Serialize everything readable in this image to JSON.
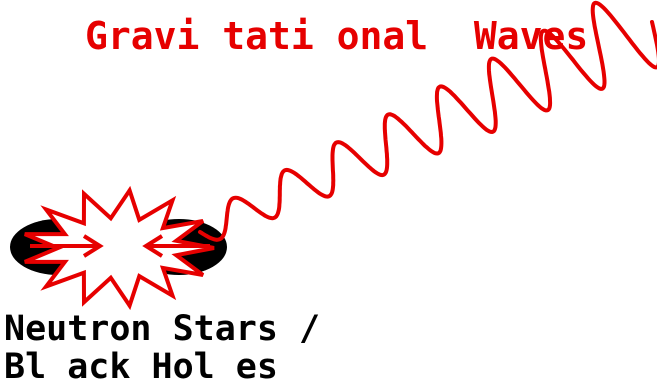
{
  "title": "Gravi tati onal  Waves",
  "source_label": {
    "line1": "Neutron Stars /",
    "line2": "Bl ack Hol es"
  },
  "colors": {
    "wave": "#e60000",
    "title": "#e60000",
    "body": "#000000",
    "burst": "#e60000",
    "burst_fill": "#ffffff",
    "label": "#000000",
    "background": "#ffffff"
  },
  "icons": {
    "body_left": "black-ellipse",
    "body_right": "black-ellipse",
    "burst": "zigzag-starburst"
  }
}
